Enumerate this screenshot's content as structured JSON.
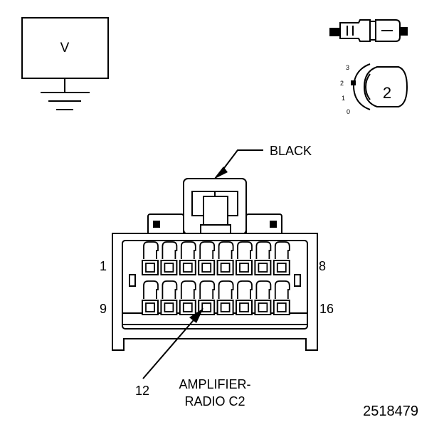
{
  "voltmeter": {
    "label": "V"
  },
  "selector": {
    "positions": [
      "3",
      "2",
      "1",
      "0"
    ],
    "selected": "2"
  },
  "connector": {
    "color_label": "BLACK",
    "name_line1": "AMPLIFIER-",
    "name_line2": "RADIO C2",
    "pin_first_top": "1",
    "pin_last_top": "8",
    "pin_first_bottom": "9",
    "pin_last_bottom": "16",
    "probe_pin": "12"
  },
  "figure_id": "2518479"
}
